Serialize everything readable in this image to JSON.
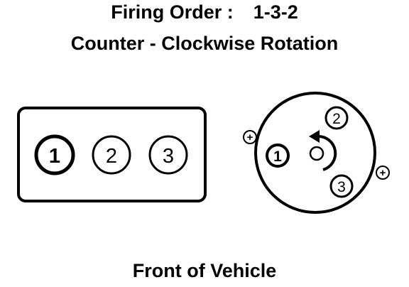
{
  "header": {
    "firing_order_label": "Firing Order :",
    "firing_order_value": "1-3-2",
    "rotation": "Counter - Clockwise Rotation"
  },
  "block": {
    "cylinders": [
      "1",
      "2",
      "3"
    ]
  },
  "distributor": {
    "terminals": [
      "1",
      "2",
      "3"
    ],
    "plus_symbol": "+"
  },
  "footer": {
    "label": "Front of Vehicle"
  }
}
